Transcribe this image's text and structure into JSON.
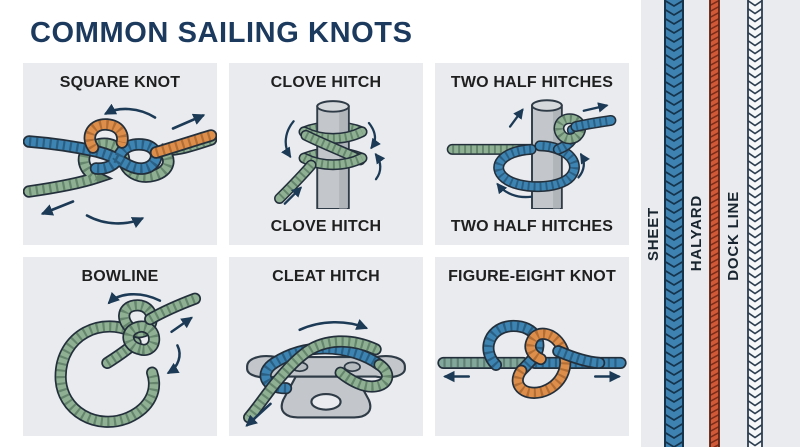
{
  "title": "COMMON SAILING KNOTS",
  "cards": [
    {
      "label": "SQUARE KNOT"
    },
    {
      "label": "CLOVE HITCH",
      "label_bottom": "CLOVE HITCH"
    },
    {
      "label": "TWO HALF HITCHES",
      "label_bottom": "TWO HALF HITCHES"
    },
    {
      "label": "BOWLINE"
    },
    {
      "label": "CLEAT HITCH"
    },
    {
      "label": "FIGURE-EIGHT KNOT"
    }
  ],
  "rope_legend": [
    {
      "label": "SHEET",
      "rope": "blue-braided-rope",
      "color": "#3d82b0"
    },
    {
      "label": "HALYARD",
      "rope": "orange-braided-rope",
      "color": "#d05a38"
    },
    {
      "label": "DOCK LINE",
      "rope": "white-braided-rope",
      "color": "#f6f7f8"
    }
  ],
  "colors": {
    "title": "#1c3a5e",
    "card_background": "#e9ebef",
    "card_title": "#1f1f1f",
    "rope_blue": "#3d84b2",
    "rope_green": "#8fb092",
    "rope_orange": "#dd8e4a",
    "rope_teal": "#82a79b",
    "arrow_navy": "#1c3a55",
    "metal_gray": "#c3c7cb"
  }
}
